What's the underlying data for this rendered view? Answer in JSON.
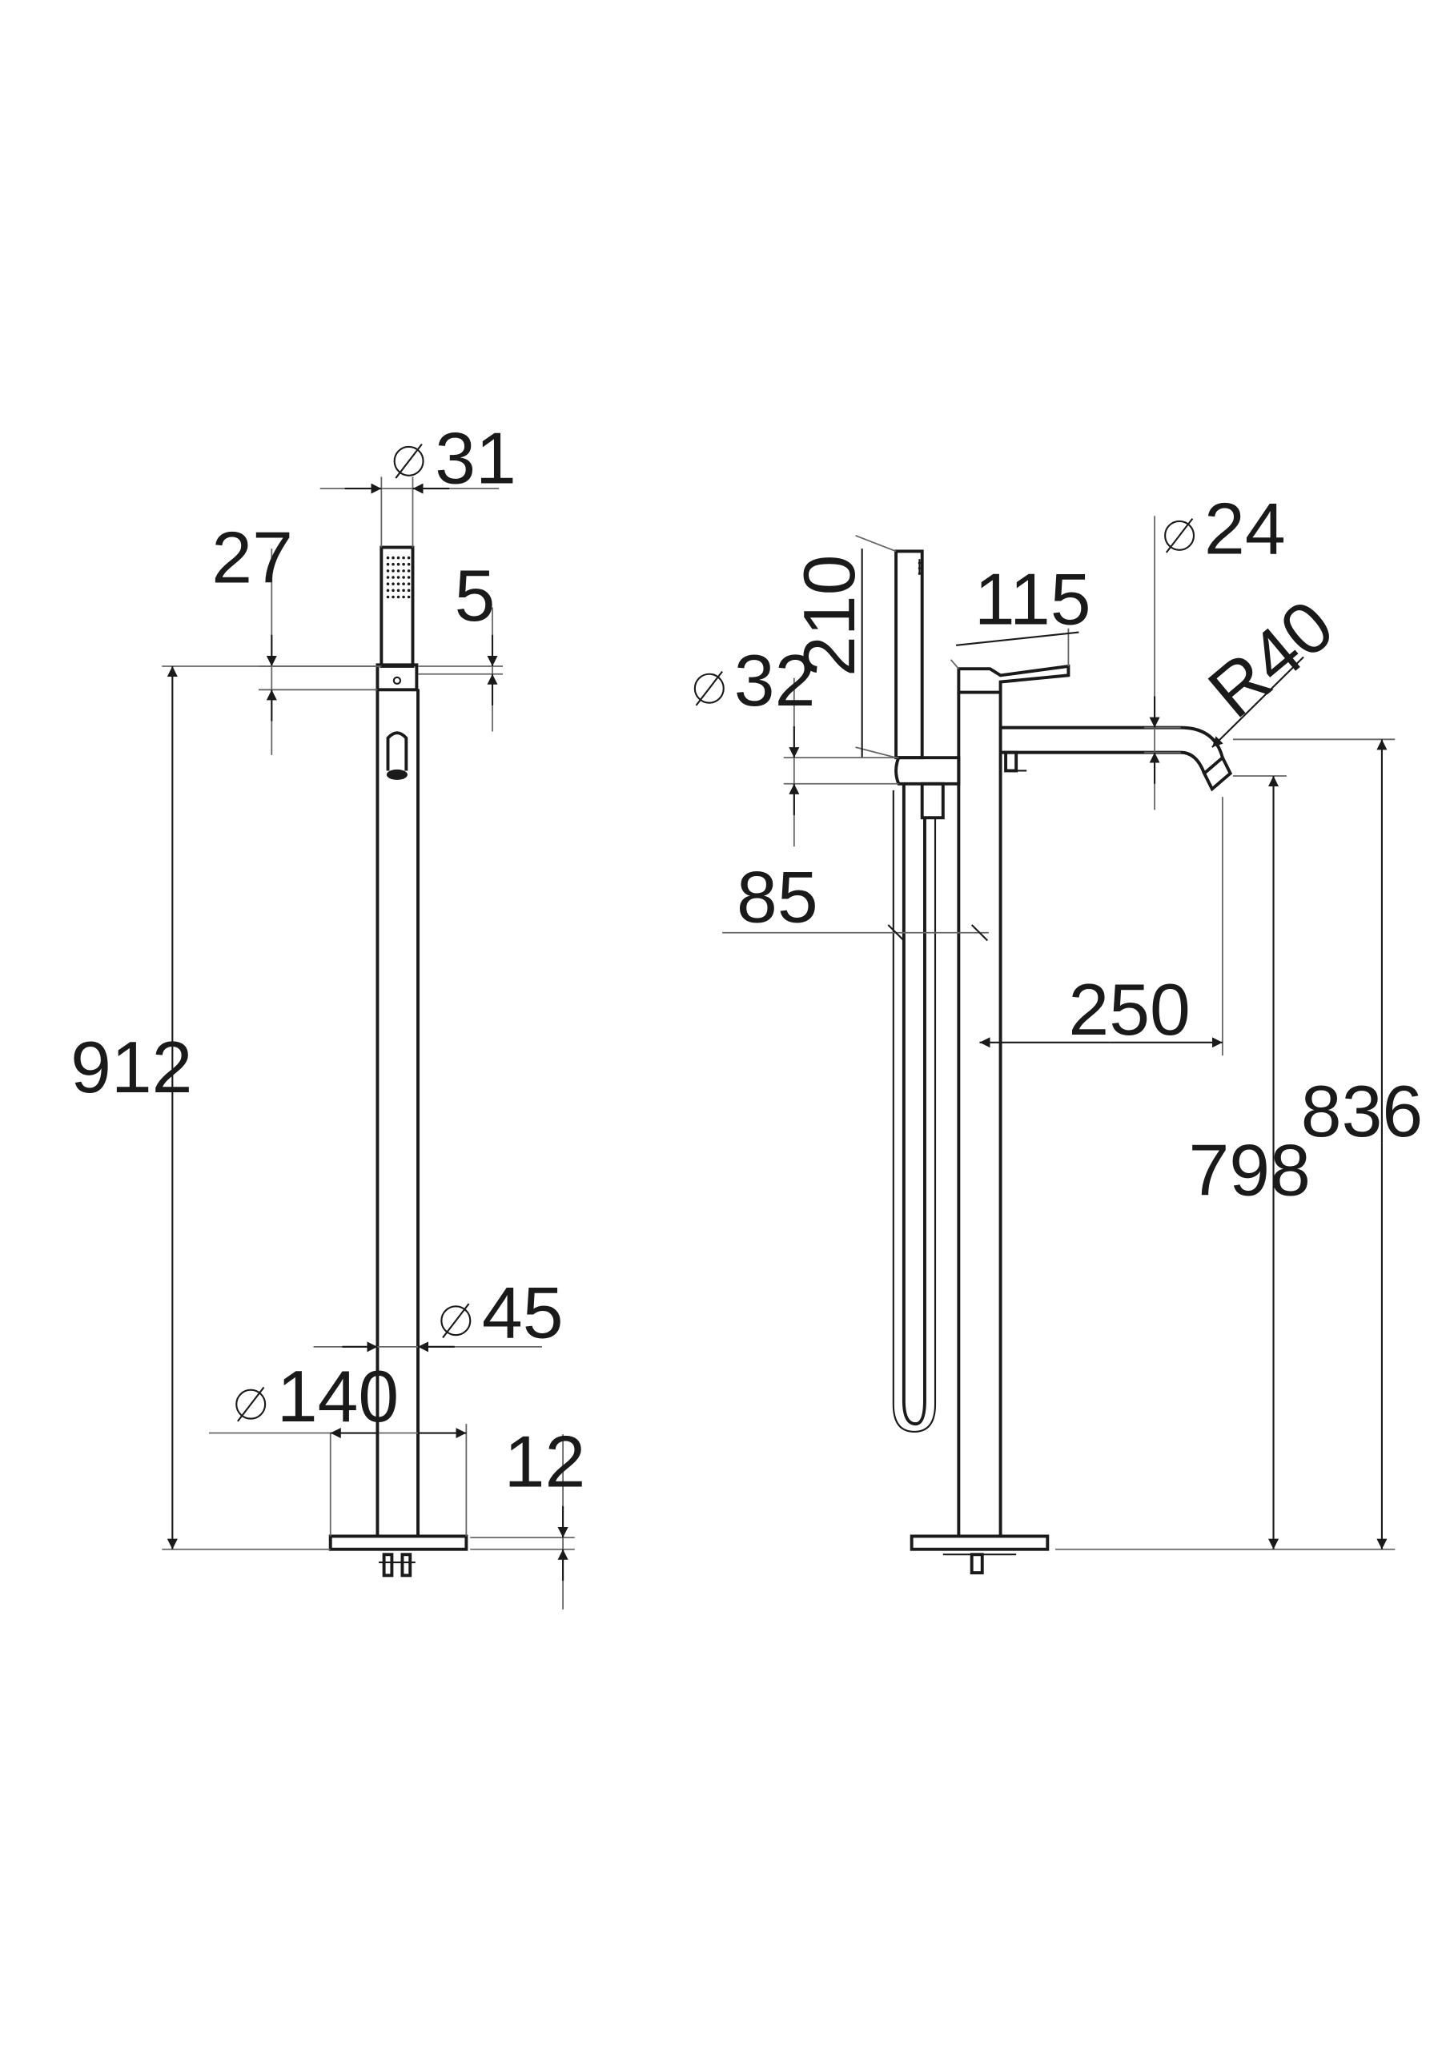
{
  "front_view": {
    "dims": {
      "d31": {
        "symbol": "∅",
        "value": "31"
      },
      "h27": {
        "value": "27"
      },
      "h5": {
        "value": "5"
      },
      "h912": {
        "value": "912"
      },
      "d45": {
        "symbol": "∅",
        "value": "45"
      },
      "d140": {
        "symbol": "∅",
        "value": "140"
      },
      "h12": {
        "value": "12"
      }
    }
  },
  "side_view": {
    "dims": {
      "d24": {
        "symbol": "∅",
        "value": "24"
      },
      "h210": {
        "value": "210"
      },
      "w115": {
        "value": "115"
      },
      "r40": {
        "value": "R40"
      },
      "d32": {
        "symbol": "∅",
        "value": "32"
      },
      "w85": {
        "value": "85"
      },
      "w250": {
        "value": "250"
      },
      "h836": {
        "value": "836"
      },
      "h798": {
        "value": "798"
      }
    }
  },
  "colors": {
    "line": "#1a1a1a",
    "extension": "#666666",
    "background": "#ffffff"
  }
}
